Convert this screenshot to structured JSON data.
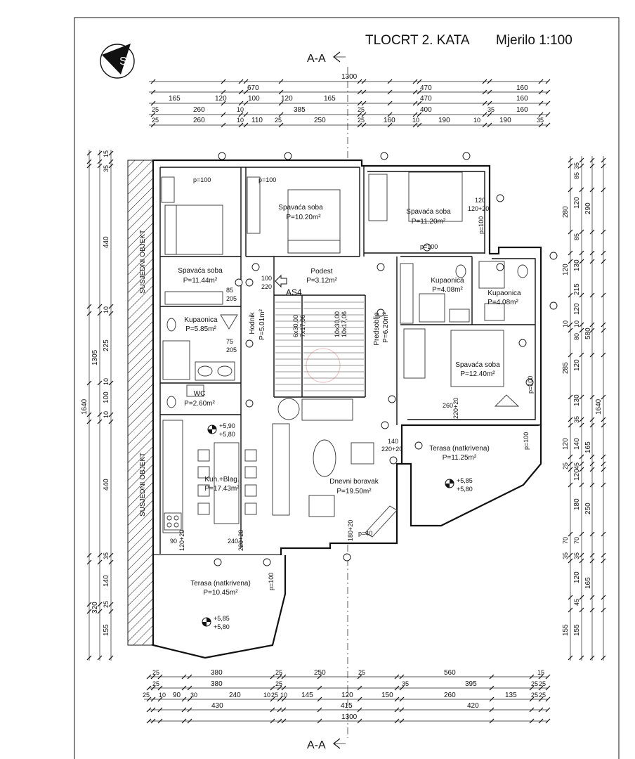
{
  "header": {
    "title": "TLOCRT 2. KATA",
    "scale": "Mjerilo 1:100"
  },
  "section_marker": {
    "label": "A-A"
  },
  "adjacent_label": "SUSJEDNI OBJEKT",
  "stair_marker": "AS4",
  "rooms": [
    {
      "name": "Spavaća soba",
      "area": "P=11.44m²"
    },
    {
      "name": "Spavaća soba",
      "area": "P=10.20m²"
    },
    {
      "name": "Spavaća soba",
      "area": "P=11.20m²"
    },
    {
      "name": "Podest",
      "area": "P=3.12m²"
    },
    {
      "name": "Hodnik",
      "area": "P=5.01m²"
    },
    {
      "name": "Kupaonica",
      "area": "P=5.85m²"
    },
    {
      "name": "WC",
      "area": "P=2.60m²"
    },
    {
      "name": "Kupaonica",
      "area": "P=4.08m²"
    },
    {
      "name": "Kupaonica",
      "area": "P=4.08m²"
    },
    {
      "name": "Predsoblje",
      "area": "P=6.20m²"
    },
    {
      "name": "Spavaća soba",
      "area": "P=12.40m²"
    },
    {
      "name": "Kuh.+Blag.",
      "area": "P=17.43m²"
    },
    {
      "name": "Dnevni boravak",
      "area": "P=19.50m²"
    },
    {
      "name": "Terasa (natkrivena)",
      "area": "P=11.25m²"
    },
    {
      "name": "Terasa (natkrivena)",
      "area": "P=10.45m²"
    }
  ],
  "levels": [
    {
      "top": "+5,90",
      "bottom": "+5,80"
    },
    {
      "top": "+5,85",
      "bottom": "+5,80"
    },
    {
      "top": "+5,85",
      "bottom": "+5,80"
    }
  ],
  "top_dimensions": {
    "row1": [
      "1300"
    ],
    "row2": [
      "670",
      "470",
      "160"
    ],
    "row3": [
      "165",
      "120",
      "100",
      "120",
      "165",
      "470",
      "160"
    ],
    "row4": [
      "25",
      "260",
      "10",
      "385",
      "25",
      "400",
      "35",
      "160"
    ],
    "row5": [
      "25",
      "260",
      "10",
      "110",
      "25",
      "250",
      "25",
      "160",
      "10",
      "190",
      "10",
      "190",
      "35"
    ]
  },
  "bottom_dimensions": {
    "row1": [
      "25",
      "380",
      "25",
      "250",
      "25",
      "560",
      "15"
    ],
    "row2": [
      "25",
      "380",
      "25",
      "35",
      "395",
      "25",
      "25"
    ],
    "row3": [
      "25",
      "10",
      "90",
      "30",
      "240",
      "10",
      "25",
      "10",
      "145",
      "120",
      "150",
      "260",
      "135",
      "25",
      "25"
    ],
    "row4": [
      "430",
      "415",
      "420"
    ],
    "row5": [
      "1300"
    ]
  },
  "left_dimensions": {
    "outer": "1640",
    "middle": [
      "1305",
      "320"
    ],
    "inner": [
      "15",
      "35",
      "440",
      "10",
      "225",
      "10",
      "100",
      "10",
      "440",
      "35",
      "140",
      "25",
      "155"
    ]
  },
  "right_dimensions": {
    "outer": "1640",
    "col_a": [
      "290",
      "580",
      "165",
      "250",
      "165"
    ],
    "col_b": [
      "35",
      "85",
      "120",
      "85",
      "130",
      "215",
      "120",
      "10",
      "80",
      "120",
      "130",
      "35",
      "140",
      "120",
      "45",
      "180",
      "70",
      "35",
      "120",
      "45",
      "155"
    ],
    "col_c": [
      "280",
      "120",
      "10",
      "285",
      "120",
      "25",
      "70",
      "35",
      "155"
    ]
  },
  "openings": [
    "p=100",
    "p=100",
    "p=100",
    "p=100",
    "p=100",
    "p=100",
    "p=100",
    "p=40",
    "120",
    "120+20",
    "85",
    "205",
    "75",
    "205",
    "100",
    "220",
    "260",
    "220+20",
    "140",
    "220+20",
    "240",
    "220+20",
    "90",
    "120+20",
    "180+20",
    "6x30,00",
    "7x17,06",
    "10x30,00",
    "10x17,06"
  ]
}
